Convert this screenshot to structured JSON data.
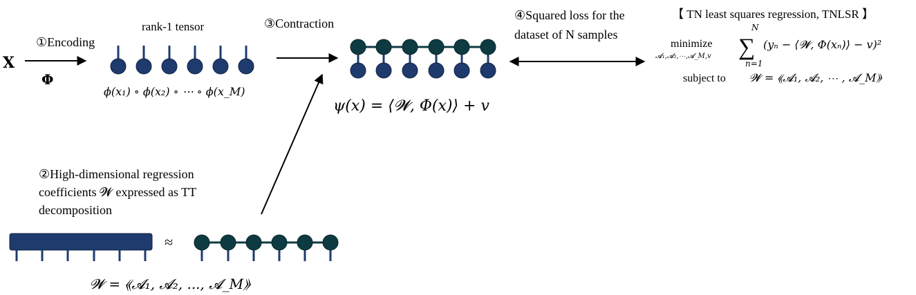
{
  "labels": {
    "x_input": "X",
    "phi_symbol": "Φ",
    "encoding": "①Encoding",
    "rank1": "rank-1 tensor",
    "product_formula": "ϕ(x₁) ∘ ϕ(x₂) ∘ ⋯ ∘ ϕ(x_M)",
    "contraction": "③Contraction",
    "psi_formula": "ψ(x) = ⟨𝓦, Φ(x)⟩ + v",
    "squared_loss_1": "④Squared loss for the",
    "squared_loss_2": "dataset of N samples",
    "tnlsr_title": "【 TN least squares regression, TNLSR 】",
    "minimize": "minimize",
    "min_sub": "𝓐₁,𝓐₂,⋯,𝓐_M,v",
    "sum_top": "N",
    "sum_bottom": "n=1",
    "objective": "(yₙ − ⟨𝓦, Φ(xₙ)⟩ − v)²",
    "subject_to": "subject to",
    "constraint": "𝓦 = ⟪𝓐₁, 𝓐₂, ⋯ , 𝓐_M⟫",
    "hd_1": "②High-dimensional regression",
    "hd_2": "coefficients 𝓦 expressed as TT",
    "hd_3": "decomposition",
    "approx": "≈",
    "w_formula": "𝓦 = ⟪𝓐₁, 𝓐₂, ..., 𝓐_M⟫"
  },
  "colors": {
    "node": "#1f3b6e",
    "tt_node": "#0e3b42",
    "arrow": "#000000"
  }
}
